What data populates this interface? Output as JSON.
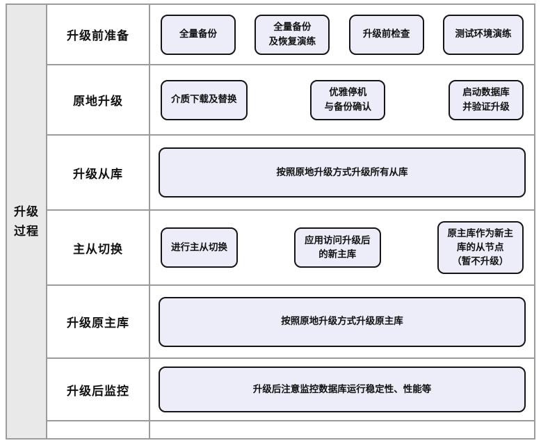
{
  "colors": {
    "background": "#ffffff",
    "side_bg": "#e9e9e9",
    "grid_line": "#9b9b9b",
    "box_fill": "#ecedf9",
    "box_border": "#141414"
  },
  "diagram": {
    "side_label": "升级\n过程",
    "rows": [
      {
        "label": "升级前准备",
        "boxes": [
          "全量备份",
          "全量备份\n及恢复演练",
          "升级前检查",
          "测试环境演练"
        ]
      },
      {
        "label": "原地升级",
        "boxes": [
          "介质下载及替换",
          "优雅停机\n与备份确认",
          "启动数据库\n并验证升级"
        ]
      },
      {
        "label": "升级从库",
        "boxes": [
          "按照原地升级方式升级所有从库"
        ]
      },
      {
        "label": "主从切换",
        "boxes": [
          "进行主从切换",
          "应用访问升级后\n的新主库",
          "原主库作为新主\n库的从节点\n（暂不升级）"
        ]
      },
      {
        "label": "升级原主库",
        "boxes": [
          "按照原地升级方式升级原主库"
        ]
      },
      {
        "label": "升级后监控",
        "boxes": [
          "升级后注意监控数据库运行稳定性、性能等"
        ]
      }
    ]
  }
}
